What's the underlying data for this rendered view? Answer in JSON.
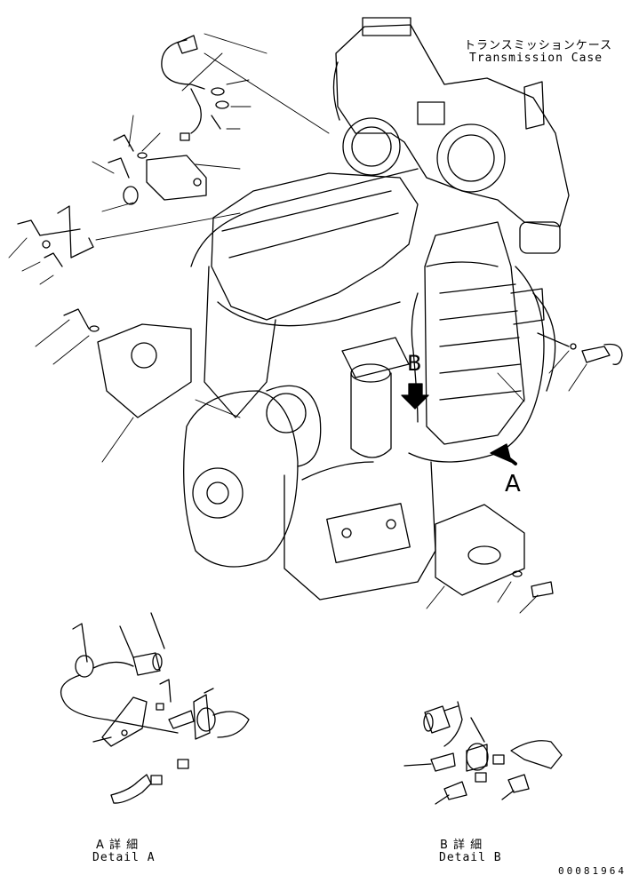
{
  "labels": {
    "transmission_case_jp": "トランスミッションケース",
    "transmission_case_en": "Transmission Case",
    "arrow_a": "A",
    "arrow_b": "B",
    "detail_a_jp": "A 詳 細",
    "detail_a_en": "Detail A",
    "detail_b_jp": "B 詳 細",
    "detail_b_en": "Detail B",
    "drawing_number": "00081964"
  }
}
